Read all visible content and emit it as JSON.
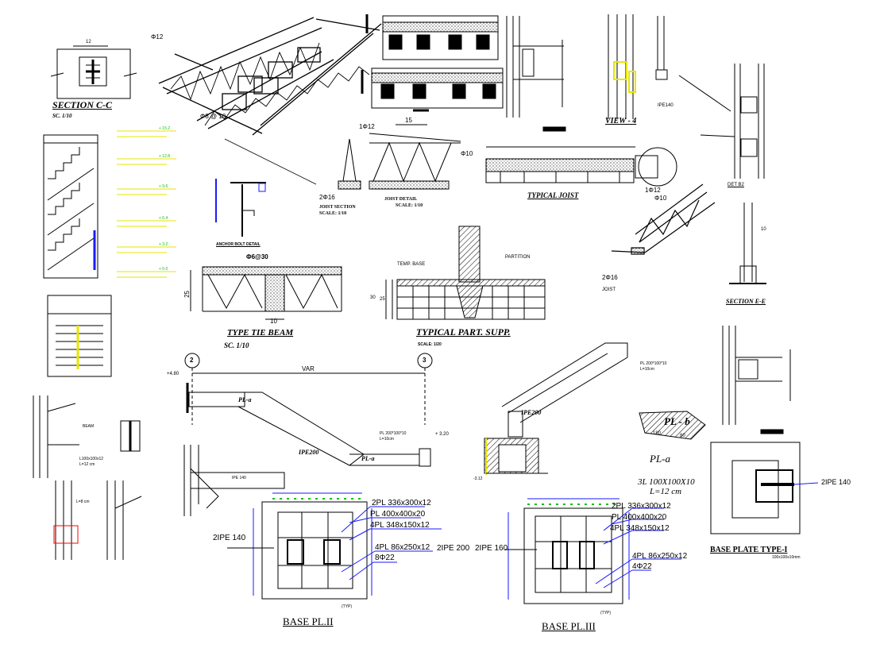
{
  "section_cc": {
    "title": "SECTION     C-C",
    "scale": "SC. 1/10",
    "dim": "12"
  },
  "truss_iso": {
    "bar_top": "Φ12",
    "bar_bottom": "Φ8 @ 10"
  },
  "joist_section": {
    "top_bar": "1Φ12",
    "bottom_bar": "2Φ16",
    "title": "JOIST SECTION",
    "scale": "SCALE: 1/10",
    "dim": "15",
    "right_bar": "Φ10",
    "detail": "JOIST DETAIL",
    "detail_scale": "SCALE: 1/10"
  },
  "typical_joist": {
    "title": "TYPICAL    JOIST"
  },
  "iso_joist": {
    "top": "1Φ12",
    "mid": "Φ10",
    "bottom": "2Φ16",
    "label": "JOIST"
  },
  "view4": {
    "title": "VIEW  -  4",
    "profile": "IPE140"
  },
  "det": {
    "title": "DET B2"
  },
  "section_ee": {
    "title": "SECTION   E-E",
    "dim": "10"
  },
  "stair_levels": [
    "+ 15.2",
    "+ 12.8",
    "+ 9.6",
    "+ 6.4",
    "+ 3.2",
    "+ 0.0"
  ],
  "anchor": {
    "title": "ANCHOR BOLT DETAIL"
  },
  "tie_beam": {
    "top": "Φ6@30",
    "title": "TYPE    TIE    BEAM",
    "scale": "SC.    1/10",
    "dim_h": "25",
    "dim_w": "10"
  },
  "partition": {
    "label": "PARTITION",
    "temp": "TEMP. BASE",
    "title": "TYPICAL   PART.   SUPP.",
    "scale": "SCALE: 1/20",
    "dim1": "30",
    "dim2": "25"
  },
  "stair": {
    "grid1": "2",
    "grid2": "3",
    "span": "VAR",
    "level_top": "+4.80",
    "level_bot": "+ 3.20",
    "beam": "IPE200",
    "plate": "PL-a",
    "plate2": "PL-a",
    "spec1": "PL 200*100*10",
    "spec1b": "L=10cm",
    "ipe140": "IPE 140"
  },
  "stair2": {
    "beam": "IPE200",
    "level": "-3.12",
    "spec": "PL 200*100*10",
    "specb": "L=10cm"
  },
  "pl_b": {
    "label": "PL - b",
    "d1": "180",
    "d2": "80"
  },
  "pl_a": {
    "label": "PL-a",
    "spec": "3L  100X100X10",
    "spec2": "L=12  cm"
  },
  "bp_type1": {
    "title": "BASE  PLATE  TYPE-I",
    "sub": "100x100x10mm",
    "profile": "2IPE 140"
  },
  "bp2": {
    "title": "BASE   PL.II",
    "profile": "2IPE 140",
    "l1": "2PL 336x300x12",
    "l2": "PL 400x400x20",
    "l3": "4PL 348x150x12",
    "l4": "4PL 86x250x12",
    "l5": "8Φ22",
    "typ": "(TYP)"
  },
  "bp3": {
    "title": "BASE   PL.III",
    "profile1": "2IPE 200",
    "profile2": "2IPE 160",
    "l1": "2PL 336x300x12",
    "l2": "PL 400x400x20",
    "l3": "4PL 348x150x12",
    "l4": "4PL 86x250x12",
    "l5": "4Φ22",
    "typ": "(TYP)"
  },
  "left_details": {
    "beam": "BEAM",
    "l1": "L100x100x12",
    "l2": "L=12 cm",
    "l3": "L=8 cm"
  },
  "colors": {
    "line": "#000000",
    "accent": "#1a1aff",
    "yellow": "#e6e600",
    "green": "#10c010",
    "cyan": "#00c8e0"
  }
}
